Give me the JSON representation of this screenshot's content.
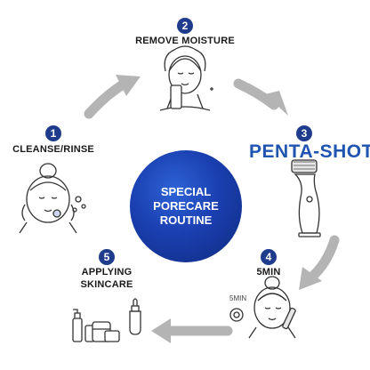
{
  "title": "",
  "center": {
    "line1": "SPECIAL",
    "line2": "PORECARE",
    "line3": "ROUTINE"
  },
  "steps": [
    {
      "number": "1",
      "label": "CLEANSE/RINSE"
    },
    {
      "number": "2",
      "label": "REMOVE MOISTURE"
    },
    {
      "number": "3",
      "label": "PENTA-SHOT"
    },
    {
      "number": "4",
      "label": "5MIN"
    },
    {
      "number": "5",
      "label_line1": "APPLYING",
      "label_line2": "SKINCARE"
    }
  ],
  "timer_text": "5MIN",
  "colors": {
    "badge": "#1f3c8c",
    "accent": "#1f54b0",
    "center": "#1a3fb0",
    "arrow": "#b4b4b4"
  }
}
